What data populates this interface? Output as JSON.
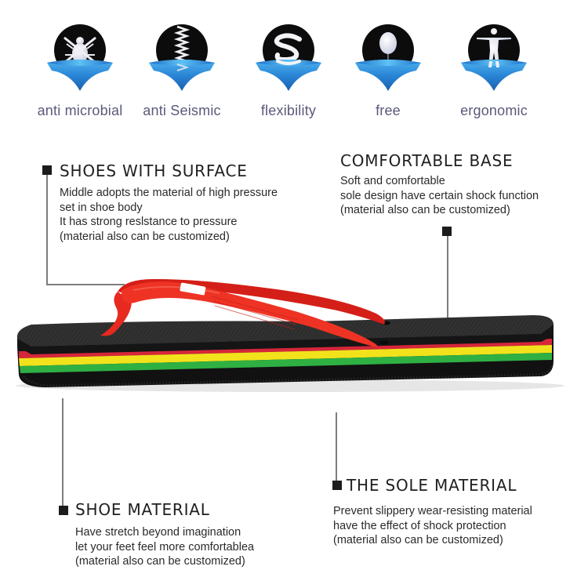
{
  "features": [
    {
      "id": "anti-microbial",
      "label": "anti microbial",
      "icon": "bug-crossed-icon"
    },
    {
      "id": "anti-seismic",
      "label": "anti Seismic",
      "icon": "spring-icon"
    },
    {
      "id": "flexibility",
      "label": "flexibility",
      "icon": "flex-ribbon-icon"
    },
    {
      "id": "free",
      "label": "free",
      "icon": "balloon-icon"
    },
    {
      "id": "ergonomic",
      "label": "ergonomic",
      "icon": "human-figure-icon"
    }
  ],
  "sections": {
    "surface": {
      "title": "SHOES WITH SURFACE",
      "lines": [
        "Middle adopts the material of high pressure",
        "set in shoe body",
        "It has strong reslstance to pressure",
        "(material also can be customized)"
      ]
    },
    "base": {
      "title": "COMFORTABLE BASE",
      "lines": [
        "Soft and comfortable",
        "sole design have certain shock function",
        "(material also can be customized)"
      ]
    },
    "material": {
      "title": "SHOE MATERIAL",
      "lines": [
        "Have stretch beyond imagination",
        "let your feet feel more comfortablea",
        "(material also can be customized)"
      ]
    },
    "sole": {
      "title": "THE SOLE MATERIAL",
      "lines": [
        "Prevent slippery wear-resisting material",
        "have the effect of shock protection",
        "(material also can be customized)"
      ]
    }
  },
  "product": {
    "name": "flip-flop sandal",
    "strap_color": "#e8291f",
    "sole_top_color": "#2b2b2b",
    "stripe_colors": [
      "#d6263a",
      "#f2e21c",
      "#2fb043"
    ],
    "icon_blue": "#2a86d6"
  }
}
